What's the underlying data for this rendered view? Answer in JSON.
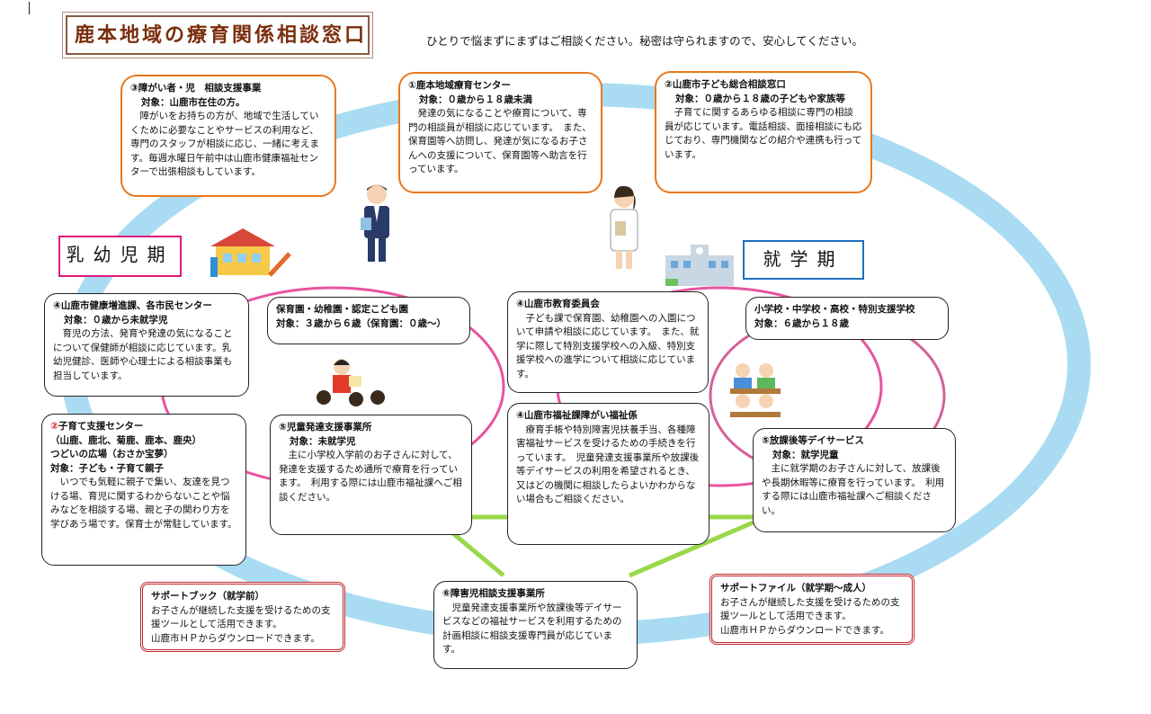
{
  "title": "鹿本地域の療育関係相談窓口",
  "intro": "ひとりで悩まずにまずはご相談ください。秘密は守られますので、安心してください。",
  "periods": {
    "infant": "乳幼児期",
    "school": "就学期"
  },
  "boxes": {
    "disability": {
      "num": "③",
      "title": "障がい者・児　相談支援事業",
      "target": "対象：山鹿市在住の方。",
      "body": "障がいをお持ちの方が、地域で生活していくために必要なことやサービスの利用など、専門のスタッフが相談に応じ、一緒に考えます。毎週水曜日午前中は山鹿市健康福祉センターで出張相談もしています。"
    },
    "ryoiku_center": {
      "num": "①",
      "title": "鹿本地域療育センター",
      "target": "対象：０歳から１８歳未満",
      "body": "発達の気になることや療育について、専門の相談員が相談に応じています。　また、保育園等へ訪問し、発達が気になるお子さんへの支援について、保育園等へ助言を行っています。"
    },
    "kodomo_sogo": {
      "num": "②",
      "title": "山鹿市子ども総合相談窓口",
      "target": "対象：０歳から１８歳の子どもや家族等",
      "body": "子育てに関するあらゆる相談に専門の相談員が応じています。電話相談、面接相談にも応じており、専門機関などの紹介や連携も行っています。"
    },
    "kenko": {
      "num": "④",
      "title": "山鹿市健康増進課、各市民センター",
      "target": "対象：０歳から未就学児",
      "body": "育児の方法、発育や発達の気になることについて保健師が相談に応じています。乳幼児健診、医師や心理士による相談事業も担当しています。"
    },
    "hoikuen": {
      "title": "保育園・幼稚園・認定こども園",
      "target": "対象：３歳から６歳（保育園：０歳～）"
    },
    "kyoiku_iinkai": {
      "num": "④",
      "title": "山鹿市教育委員会",
      "body": "子ども課で保育園、幼稚園への入園について申請や相談に応じています。　また、就学に際して特別支援学校への入級、特別支援学校への進学について相談に応じています。"
    },
    "schools": {
      "title": "小学校・中学校・高校・特別支援学校",
      "target": "対象：６歳から１８歳"
    },
    "kosodate": {
      "num": "②",
      "title": "子育て支援センター",
      "line2": "（山鹿、鹿北、菊鹿、鹿本、鹿央）",
      "line3": "つどいの広場（おさか宝夢）",
      "target": "対象：子ども・子育て親子",
      "body": "いつでも気軽に親子で集い、友達を見つける場、育児に関するわからないことや悩みなどを相談する場、親と子の関わり方を学びあう場です。保育士が常駐しています。"
    },
    "jido_hattatsu": {
      "num": "⑤",
      "title": "児童発達支援事業所",
      "target": "対象：未就学児",
      "body": "主に小学校入学前のお子さんに対して、発達を支援するため通所で療育を行っています。　利用する際には山鹿市福祉課へご相談ください。"
    },
    "fukushi": {
      "num": "④",
      "title": "山鹿市福祉課障がい福祉係",
      "body": "療育手帳や特別障害児扶養手当、各種障害福祉サービスを受けるための手続きを行っています。　児童発達支援事業所や放課後等デイサービスの利用を希望されるとき、又はどの機関に相談したらよいかわからない場合もご相談ください。"
    },
    "houkago": {
      "num": "⑤",
      "title": "放課後等デイサービス",
      "target": "対象：就学児童",
      "body": "主に就学期のお子さんに対して、放課後や長期休暇等に療育を行っています。　利用する際には山鹿市福祉課へご相談ください。"
    },
    "support_book": {
      "title": "サポートブック（就学前）",
      "body": "お子さんが継続した支援を受けるための支援ツールとして活用できます。",
      "note": "山鹿市ＨＰからダウンロードできます。"
    },
    "shogaiji": {
      "num": "⑥",
      "title": "障害児相談支援事業所",
      "body": "児童発達支援事業所や放課後等デイサービスなどの福祉サービスを利用するための計画相談に相談支援専門員が応じています。"
    },
    "support_file": {
      "title": "サポートファイル（就学期～成人）",
      "body": "お子さんが継続した支援を受けるための支援ツールとして活用できます。",
      "note": "山鹿市ＨＰからダウンロードできます。"
    }
  },
  "colors": {
    "ring": "#a9dcf3",
    "inner_ring": "#e0197d",
    "link_line": "#9ad84a",
    "box_border_orange": "#e8781e"
  }
}
